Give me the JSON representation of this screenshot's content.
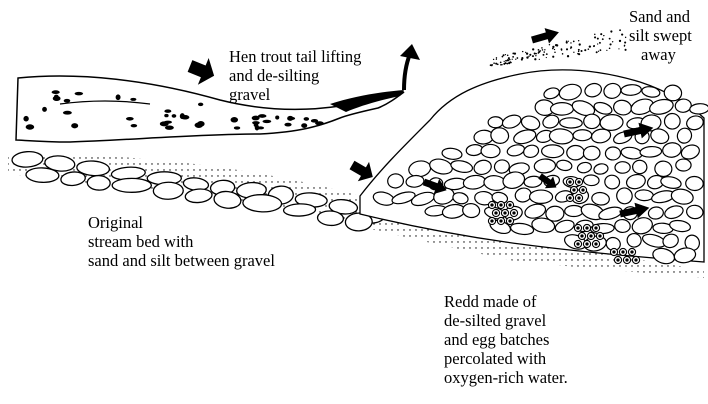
{
  "labels": {
    "hen_trout": {
      "lines": [
        "Hen trout tail lifting",
        "and de-silting",
        "gravel"
      ]
    },
    "sand_silt": {
      "lines": [
        "Sand and",
        "silt swept",
        "away"
      ]
    },
    "original_bed": {
      "lines": [
        "Original",
        "stream bed with",
        "sand and silt between gravel"
      ]
    },
    "redd": {
      "lines": [
        "Redd made of",
        "de-silted gravel",
        "and egg batches",
        "percolated with",
        "oxygen-rich water."
      ]
    }
  },
  "colors": {
    "ink": "#000000",
    "paper": "#ffffff"
  },
  "icons": [
    "flow-arrow-icon",
    "lift-arrow-icon"
  ]
}
